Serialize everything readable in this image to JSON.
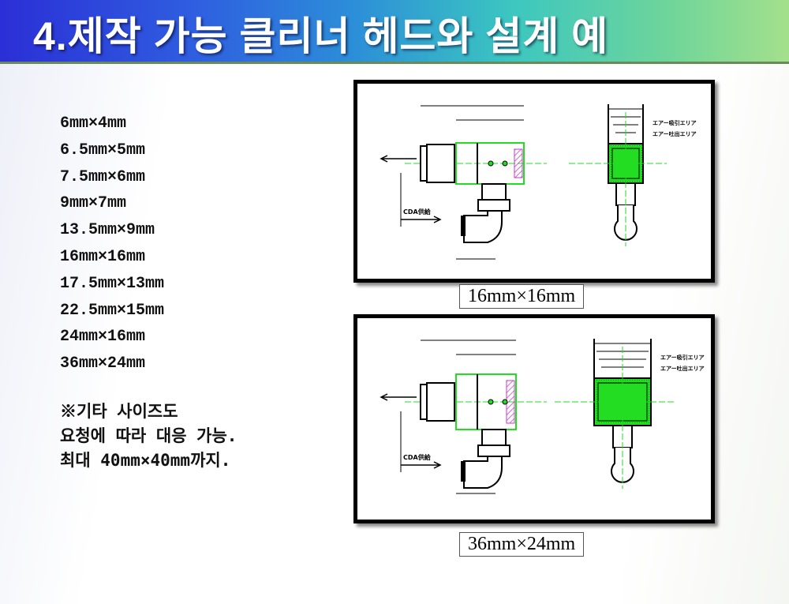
{
  "title": "4.제작 가능 클리너 헤드와 설계 예",
  "sizes": [
    "6mm×4mm",
    "6.5mm×5mm",
    "7.5mm×6mm",
    "9mm×7mm",
    "13.5mm×9mm",
    "16mm×16mm",
    "17.5mm×13mm",
    "22.5mm×15mm",
    "24mm×16mm",
    "36mm×24mm"
  ],
  "note": [
    "※기타 사이즈도",
    "요청에 따라 대응 가능.",
    "최대 40mm×40mm까지."
  ],
  "drawings": [
    {
      "caption": "16mm×16mm",
      "labels": {
        "supply": "CDA供給",
        "suction_area": "エアー吸引エリア",
        "blow_area": "エアー吐出エリア"
      }
    },
    {
      "caption": "36mm×24mm",
      "labels": {
        "supply": "CDA供給",
        "suction_area": "エアー吸引エリア",
        "blow_area": "エアー吐出エリア"
      }
    }
  ],
  "colors": {
    "accent_green": "#22dd22",
    "hatch": "#cc33cc"
  }
}
